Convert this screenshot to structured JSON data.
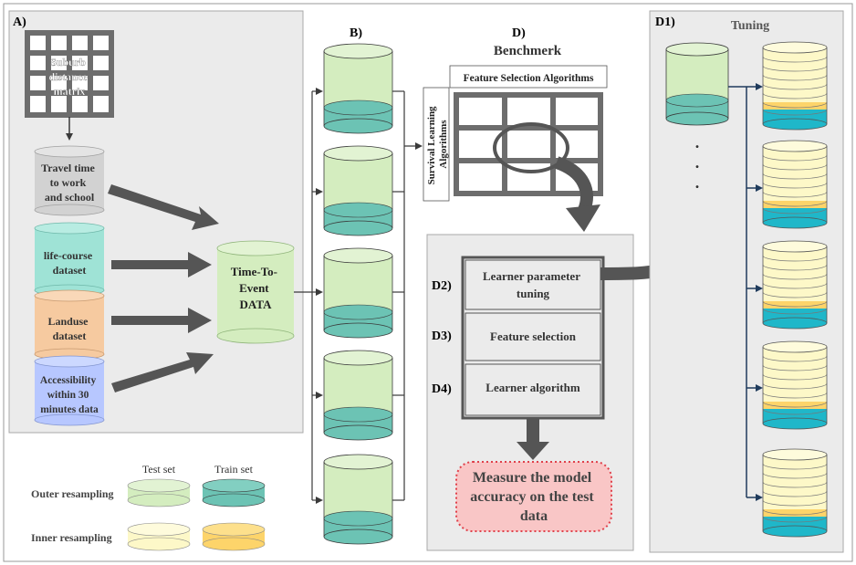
{
  "panels": {
    "a": "A)",
    "b": "B)",
    "d": "D)",
    "d1": "D1)",
    "d2": "D2)",
    "d3": "D3)",
    "d4": "D4)"
  },
  "benchmark_title": "Benchmerk",
  "tuning_title": "Tuning",
  "feature_selection_algorithms": "Feature Selection Algorithms",
  "survival_learning_algorithms": [
    "Survival Learning",
    "Algorithms"
  ],
  "suburb_matrix_label": [
    "Suburb",
    "distance",
    "matrix"
  ],
  "travel_time_label": [
    "Travel time",
    "to work",
    "and school"
  ],
  "life_course_label": [
    "life-course",
    "dataset"
  ],
  "landuse_label": [
    "Landuse",
    "dataset"
  ],
  "accessibility_label": [
    "Accessibility",
    "within 30",
    "minutes data"
  ],
  "tte_label": [
    "Time-To-",
    "Event",
    "DATA"
  ],
  "learner_parameter_tuning": [
    "Learner parameter",
    "tuning"
  ],
  "feature_selection": "Feature selection",
  "learner_algorithm": "Learner algorithm",
  "measure_accuracy": [
    "Measure the model",
    "accuracy on the test",
    "data"
  ],
  "dots": ".",
  "legend": {
    "test_set": "Test set",
    "train_set": "Train set",
    "outer_resampling": "Outer resampling",
    "inner_resampling": "Inner resampling"
  },
  "colors": {
    "test_green": "#d4edbf",
    "train_teal": "#6cc3b4",
    "inner_test_yellow": "#fdf8c8",
    "inner_train_orange": "#fdd46a",
    "cyan_train": "#1fb7c9",
    "panel_gray": "#ebebeb",
    "arrow_gray": "#555555",
    "navy": "#1f3b5c",
    "aqua_dataset": "#9fe3d6",
    "peach_dataset": "#f6caa0",
    "blue_dataset": "#b7c7ff",
    "pink_measure": "#f9c6c6",
    "pink_border": "#e0404a"
  }
}
